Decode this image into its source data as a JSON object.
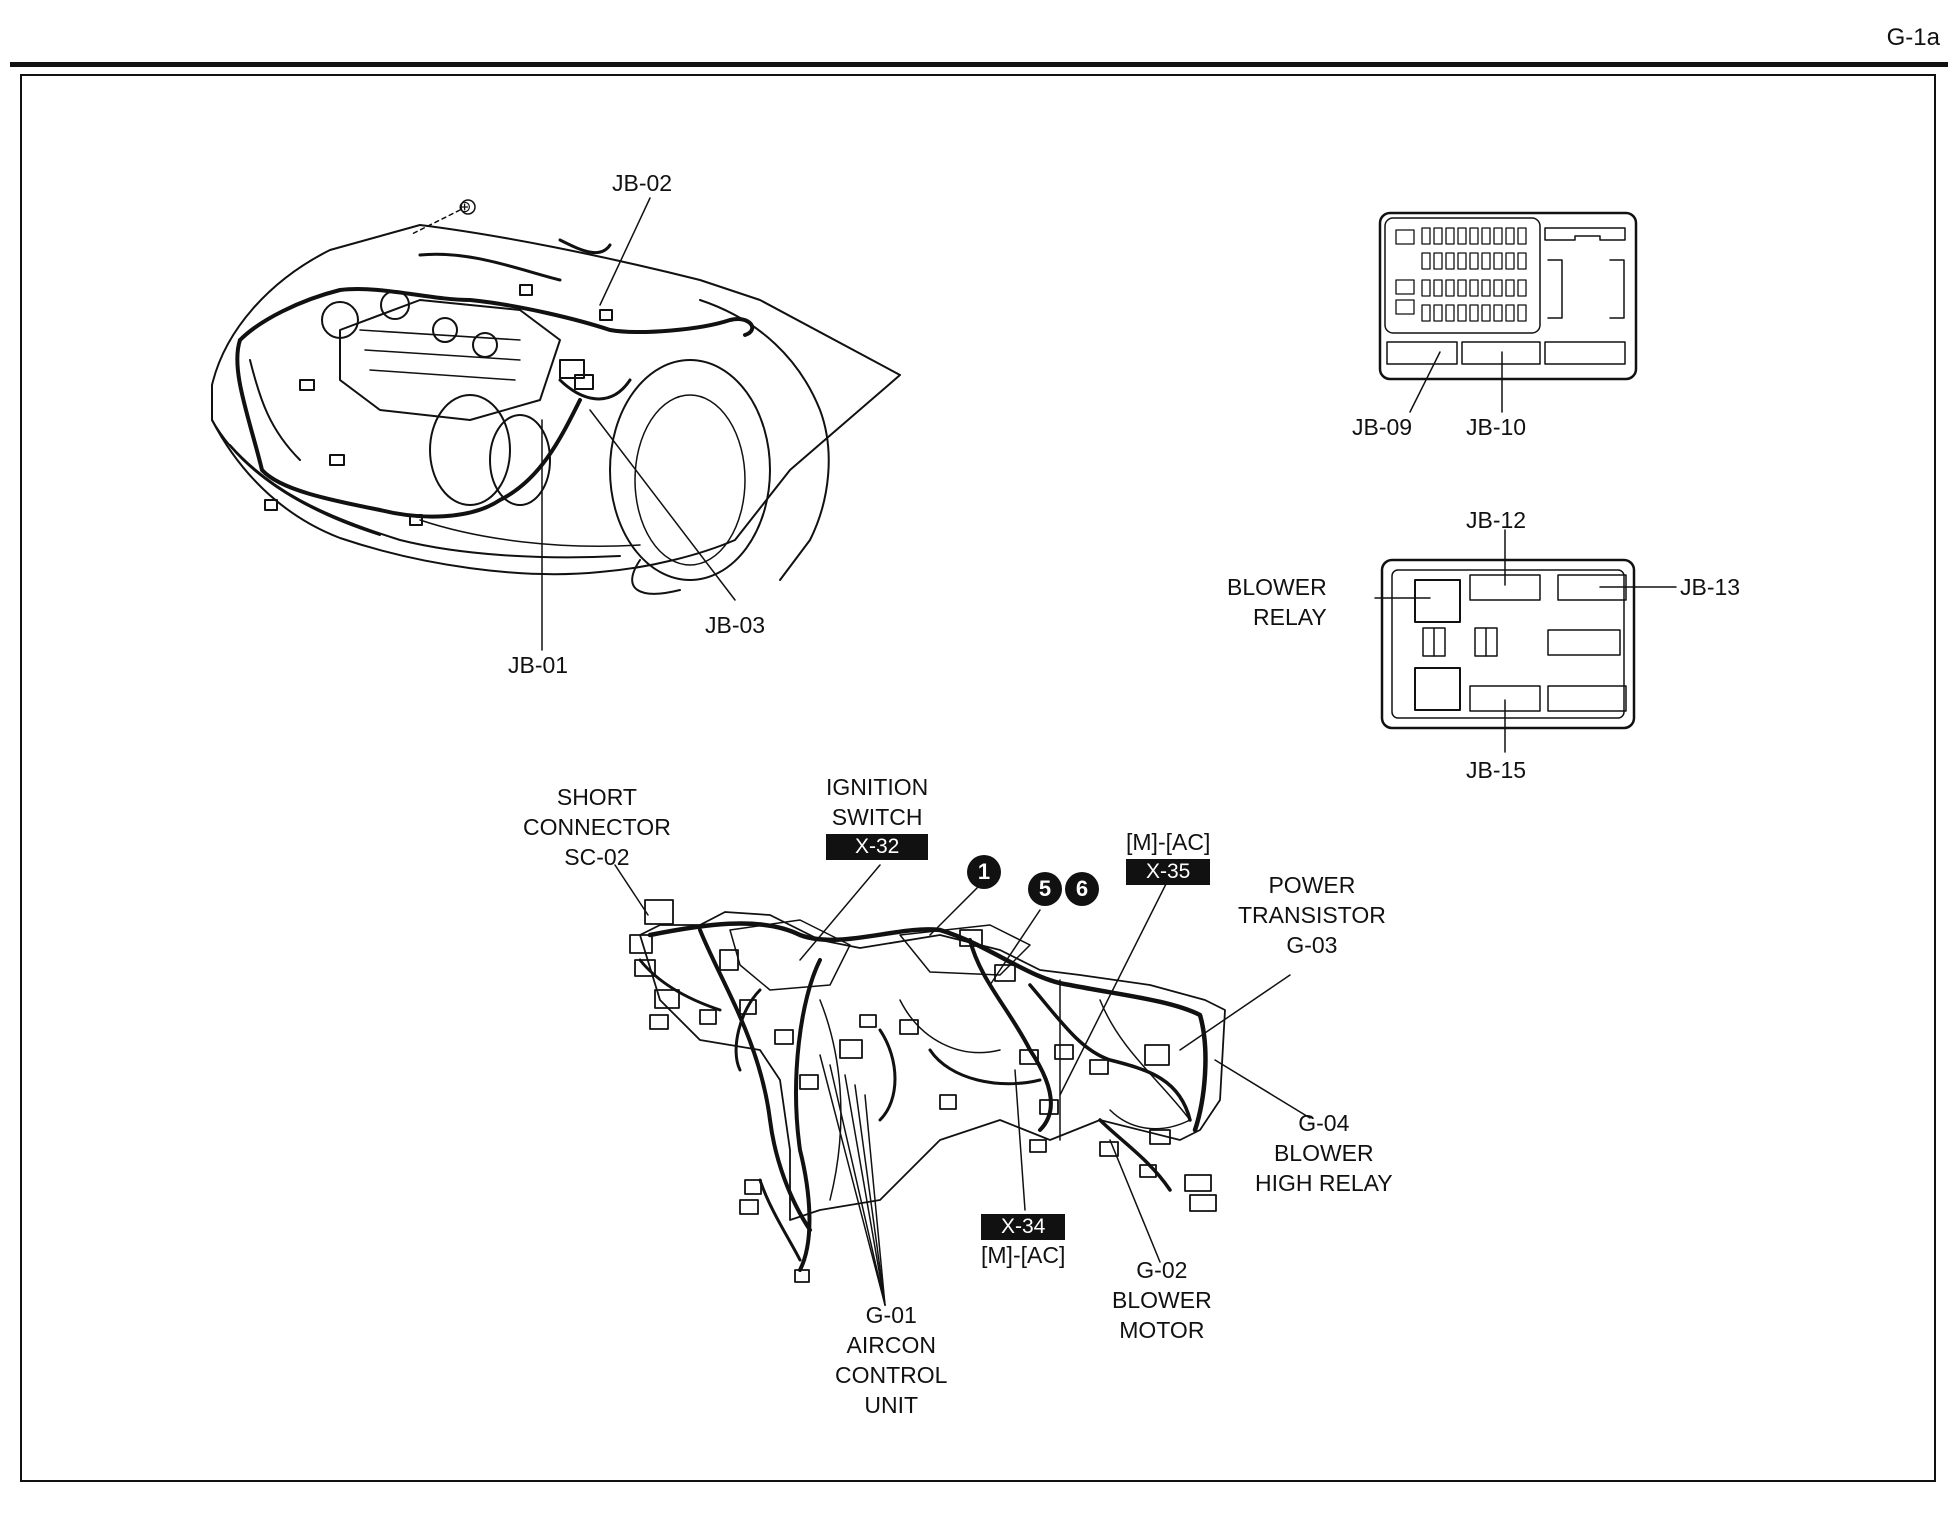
{
  "page": {
    "number": "G-1a"
  },
  "engine_bay": {
    "labels": {
      "jb02": "JB-02",
      "jb03": "JB-03",
      "jb01": "JB-01",
      "ground": "⊕"
    }
  },
  "junction_box_top": {
    "labels": {
      "jb09": "JB-09",
      "jb10": "JB-10"
    }
  },
  "junction_box_relay": {
    "labels": {
      "jb12": "JB-12",
      "jb13": "JB-13",
      "jb15": "JB-15",
      "blower_relay_1": "BLOWER",
      "blower_relay_2": "RELAY"
    }
  },
  "dash_harness": {
    "short_connector": [
      "SHORT",
      "CONNECTOR",
      "SC-02"
    ],
    "ignition_switch": [
      "IGNITION",
      "SWITCH"
    ],
    "ignition_tag": "X-32",
    "callout_1": "1",
    "callout_5": "5",
    "callout_6": "6",
    "m_ac_top": "[M]-[AC]",
    "x35_tag": "X-35",
    "power_transistor": [
      "POWER",
      "TRANSISTOR",
      "G-03"
    ],
    "g04": [
      "G-04",
      "BLOWER",
      "HIGH RELAY"
    ],
    "x34_tag": "X-34",
    "m_ac_bottom": "[M]-[AC]",
    "g02": [
      "G-02",
      "BLOWER",
      "MOTOR"
    ],
    "g01": [
      "G-01",
      "AIRCON",
      "CONTROL",
      "UNIT"
    ]
  }
}
